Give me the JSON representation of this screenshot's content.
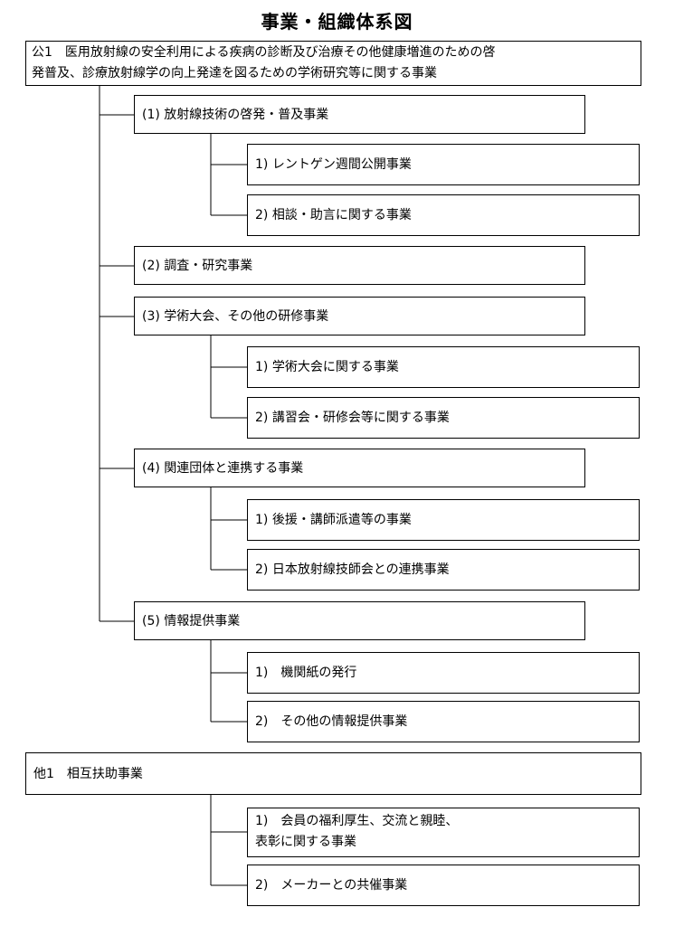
{
  "title": "事業・組織体系図",
  "koeki": {
    "line1": "公1　医用放射線の安全利用による疾病の診断及び治療その他健康増進のための啓",
    "line2": "発普及、診療放射線学の向上発達を図るための学術研究等に関する事業",
    "items": [
      {
        "label": "(1) 放射線技術の啓発・普及事業",
        "children": [
          "1) レントゲン週間公開事業",
          "2) 相談・助言に関する事業"
        ]
      },
      {
        "label": "(2) 調査・研究事業",
        "children": []
      },
      {
        "label": "(3) 学術大会、その他の研修事業",
        "children": [
          "1) 学術大会に関する事業",
          "2) 講習会・研修会等に関する事業"
        ]
      },
      {
        "label": "(4) 関連団体と連携する事業",
        "children": [
          "1) 後援・講師派遣等の事業",
          "2) 日本放射線技師会との連携事業"
        ]
      },
      {
        "label": "(5) 情報提供事業",
        "children": [
          "1)　機関紙の発行",
          "2)　その他の情報提供事業"
        ]
      }
    ]
  },
  "other": {
    "label": "他1　相互扶助事業",
    "children": [
      {
        "line1": "1)　会員の福利厚生、交流と親睦、",
        "line2": "表彰に関する事業"
      },
      {
        "line1": "2)　メーカーとの共催事業"
      }
    ]
  }
}
